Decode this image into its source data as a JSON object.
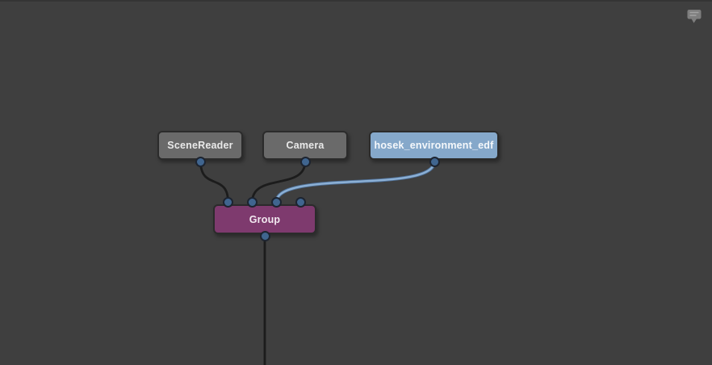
{
  "window": {
    "background_color": "#3f3f3f"
  },
  "overlay": {
    "annotation_indicator": "speech-bubble"
  },
  "graph": {
    "nodes": [
      {
        "label": "SceneReader",
        "fill": "#6a6a6a",
        "text_color": "#e9e9e9"
      },
      {
        "label": "Camera",
        "fill": "#6a6a6a",
        "text_color": "#e9e9e9"
      },
      {
        "label": "hosek_environment_edf",
        "fill": "#85a8ca",
        "text_color": "#f5f8fb"
      },
      {
        "label": "Group",
        "fill": "#7e3a6e",
        "text_color": "#f3eaf1"
      }
    ],
    "connections": [
      {
        "from": "SceneReader",
        "to": "Group",
        "color": "#1c1c1c"
      },
      {
        "from": "Camera",
        "to": "Group",
        "color": "#1c1c1c"
      },
      {
        "from": "hosek_environment_edf",
        "to": "Group",
        "color": "#8cb0d5"
      },
      {
        "from": "Group",
        "to": "offscreen-bottom",
        "color": "#1c1c1c"
      }
    ],
    "port_color": "#40658f",
    "unconnected_group_input_ports": 1
  }
}
